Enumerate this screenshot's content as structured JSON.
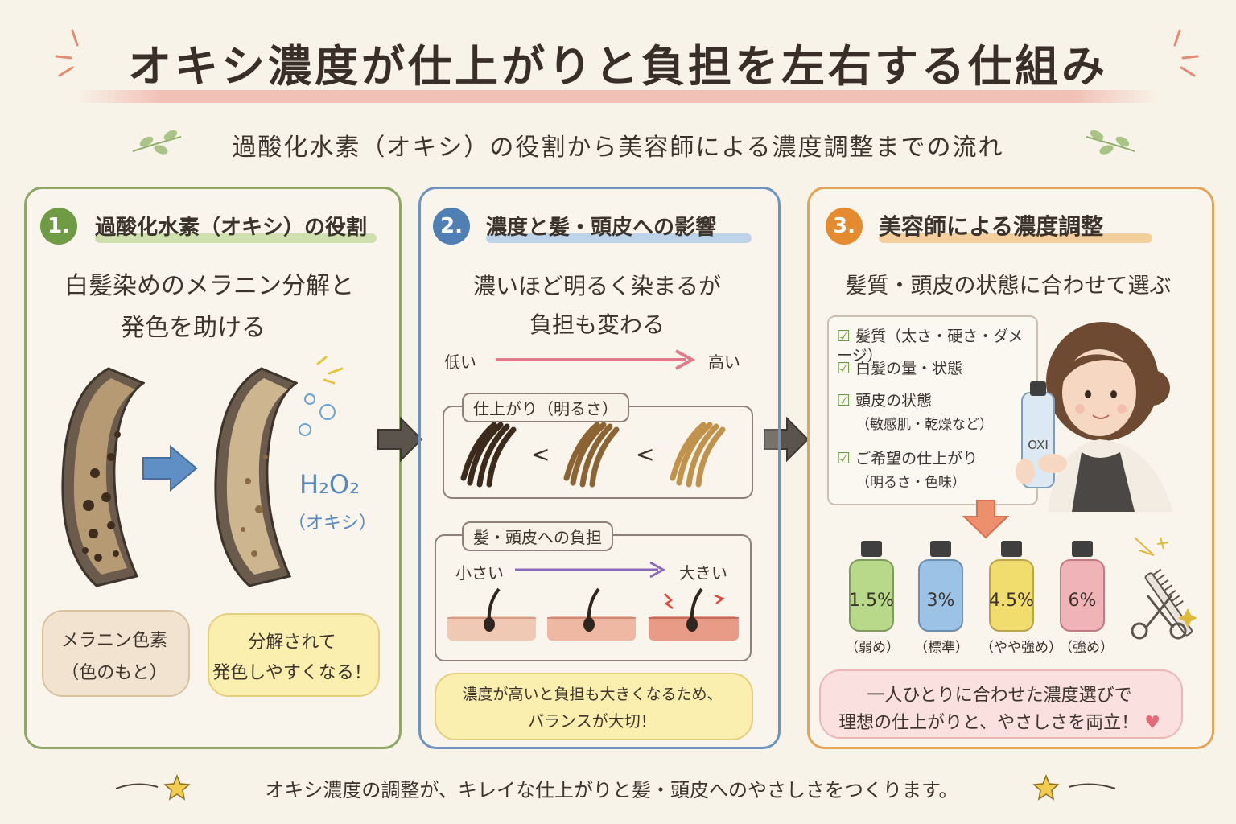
{
  "title": "オキシ濃度が仕上がりと負担を左右する仕組み",
  "subtitle": "過酸化水素（オキシ）の役割から美容師による濃度調整までの流れ",
  "panel1": {
    "number": "1.",
    "title": "過酸化水素（オキシ）の役割",
    "lead_line1": "白髪染めのメラニン分解と",
    "lead_line2": "発色を助ける",
    "h2o2": "H₂O₂",
    "h2o2_sub": "（オキシ）",
    "bubble_left_l1": "メラニン色素",
    "bubble_left_l2": "（色のもと）",
    "bubble_right_l1": "分解されて",
    "bubble_right_l2": "発色しやすくなる！"
  },
  "panel2": {
    "number": "2.",
    "title": "濃度と髪・頭皮への影響",
    "lead_line1": "濃いほど明るく染まるが",
    "lead_line2": "負担も変わる",
    "low": "低い",
    "high": "高い",
    "box1_tag": "仕上がり（明るさ）",
    "lt": "<",
    "box2_tag": "髪・頭皮への負担",
    "small": "小さい",
    "large": "大きい",
    "bubble_l1": "濃度が高いと負担も大きくなるため、",
    "bubble_l2": "バランスが大切！"
  },
  "panel3": {
    "number": "3.",
    "title": "美容師による濃度調整",
    "lead": "髪質・頭皮の状態に合わせて選ぶ",
    "checklist": [
      {
        "l1": "髪質（太さ・硬さ・ダメージ）",
        "l2": ""
      },
      {
        "l1": "白髪の量・状態",
        "l2": ""
      },
      {
        "l1": "頭皮の状態",
        "l2": "（敏感肌・乾燥など）"
      },
      {
        "l1": "ご希望の仕上がり",
        "l2": "（明るさ・色味）"
      }
    ],
    "bottle_text": "OXI",
    "bottles": [
      {
        "pct": "1.5%",
        "label": "（弱め）",
        "color": "#b9d98a"
      },
      {
        "pct": "3%",
        "label": "（標準）",
        "color": "#9cc3e6"
      },
      {
        "pct": "4.5%",
        "label": "（やや強め）",
        "color": "#f1dc6e"
      },
      {
        "pct": "6%",
        "label": "（強め）",
        "color": "#f0b4b8"
      }
    ],
    "bubble_l1": "一人ひとりに合わせた濃度選びで",
    "bubble_l2": "理想の仕上がりと、やさしさを両立！"
  },
  "footer": "オキシ濃度の調整が、キレイな仕上がりと髪・頭皮へのやさしさをつくります。",
  "colors": {
    "green": "#6f9b45",
    "blue": "#4f7fb3",
    "orange": "#e48a2f"
  }
}
